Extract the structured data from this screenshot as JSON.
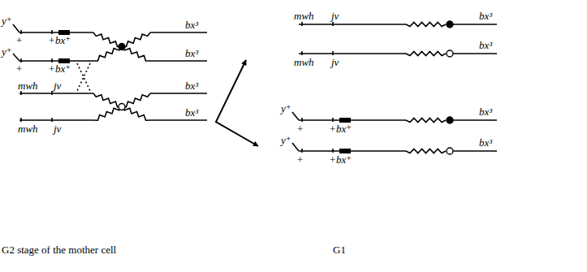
{
  "diagram": {
    "labels": [
      "y⁺",
      "+",
      "+",
      "bx⁺",
      "bx³",
      "y⁺",
      "+",
      "+",
      "bx⁺",
      "bx³",
      "mwh",
      "jv",
      "bx³",
      "mwh",
      "jv",
      "bx³",
      "mwh",
      "jv",
      "bx³",
      "mwh",
      "jv",
      "bx³",
      "y⁺",
      "+",
      "+",
      "bx⁺",
      "bx³",
      "y⁺",
      "+",
      "+",
      "bx⁺",
      "bx³",
      "G2 stage of the mother cell",
      "G1"
    ]
  }
}
